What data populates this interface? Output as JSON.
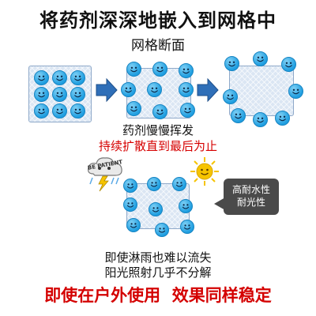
{
  "title": "将药剂深深地嵌入到网格中",
  "subtitle": "网格断面",
  "caption_slow_release": "药剂慢慢挥发",
  "caption_lasting": "持续扩散直到最后为止",
  "cloud_text": "BE PATIENT",
  "bubble_line1": "高耐水性",
  "bubble_line2": "耐光性",
  "caption_rain": "即使淋雨也难以流失",
  "caption_sun": "阳光照射几乎不分解",
  "bottom_slogan": "即使在户外使用  效果同样稳定",
  "colors": {
    "accent_red": "#d60000",
    "smiley_blue": "#1f9ee0",
    "grid_panel": "#dbe6f3",
    "arrow_blue": "#2f6fb8",
    "bubble_gray": "#4a4a4a",
    "sun_yellow": "#f6c400"
  },
  "icons": [
    "smiley-icon",
    "arrow-right-icon",
    "storm-cloud-icon",
    "sun-icon"
  ]
}
